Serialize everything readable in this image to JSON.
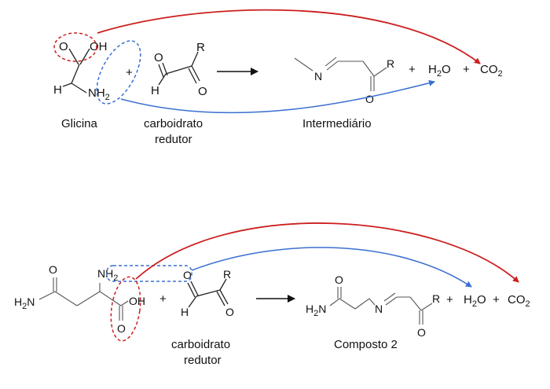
{
  "colors": {
    "red": "#cc1f1f",
    "blue": "#3a6fd1",
    "ink": "#222222"
  },
  "top": {
    "oh": "OH",
    "o": "O",
    "h": "H",
    "nh": "NH",
    "sub2": "2",
    "plus1": "+",
    "r_carb": "R",
    "o_ald": "O",
    "o_ket": "O",
    "h_ald": "H",
    "n_int": "N",
    "r_int": "R",
    "o_int": "O",
    "plus2": "+",
    "water_h": "H",
    "water_sub": "2",
    "water_o": "O",
    "plus3": "+",
    "co2_co": "CO",
    "co2_sub": "2",
    "label_glicina": "Glicina",
    "label_carb_1": "carboidrato",
    "label_carb_2": "redutor",
    "label_intermediario": "Intermediário"
  },
  "bottom": {
    "o_amide": "O",
    "h2n_h": "H",
    "h2n_sub": "2",
    "h2n_n": "N",
    "nh2": "NH",
    "nh2_sub": "2",
    "oh": "OH",
    "o_acid": "O",
    "plus1": "+",
    "r_carb": "R",
    "o_ald": "O",
    "o_ket": "O",
    "h_ald": "H",
    "o_c2": "O",
    "h2n_c2_h": "H",
    "h2n_c2_sub": "2",
    "h2n_c2_n": "N",
    "n_c2": "N",
    "r_c2": "R",
    "o_ket_c2": "O",
    "plus2": "+",
    "water_h": "H",
    "water_sub": "2",
    "water_o": "O",
    "plus3": "+",
    "co2_co": "CO",
    "co2_sub": "2",
    "label_carb_1": "carboidrato",
    "label_carb_2": "redutor",
    "label_composto": "Composto 2"
  }
}
